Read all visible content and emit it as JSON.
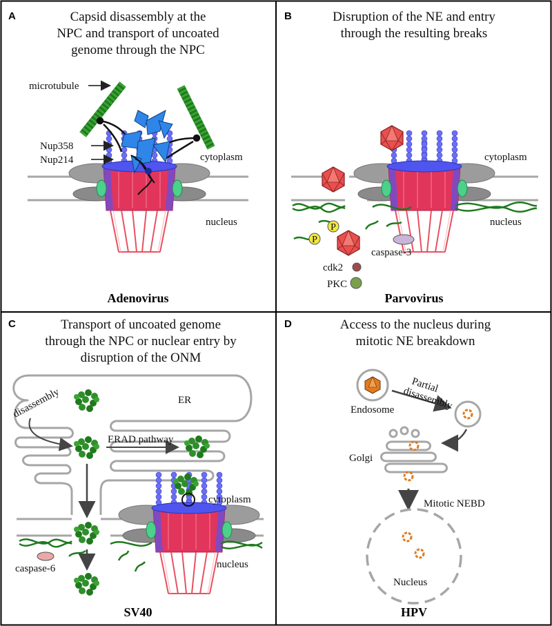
{
  "panels": {
    "a": {
      "letter": "A",
      "title": [
        "Capsid disassembly at the",
        "NPC and transport of uncoated",
        "genome through the NPC"
      ],
      "virus": "Adenovirus",
      "labels": {
        "microtubule": "microtubule",
        "nup358": "Nup358",
        "nup214": "Nup214",
        "cytoplasm": "cytoplasm",
        "nucleus": "nucleus"
      }
    },
    "b": {
      "letter": "B",
      "title": [
        "Disruption of the NE and entry",
        "through the resulting breaks"
      ],
      "virus": "Parvovirus",
      "labels": {
        "cytoplasm": "cytoplasm",
        "nucleus": "nucleus",
        "caspase": "caspase-3",
        "cdk2": "cdk2",
        "pkc": "PKC",
        "p": "P"
      }
    },
    "c": {
      "letter": "C",
      "title": [
        "Transport of uncoated genome",
        "through the NPC or nuclear entry by",
        "disruption of the ONM"
      ],
      "virus": "SV40",
      "labels": {
        "er": "ER",
        "disassembly": "disassembly",
        "erad": "ERAD pathway",
        "cytoplasm": "cytoplasm",
        "nucleus": "nucleus",
        "caspase": "caspase-6"
      }
    },
    "d": {
      "letter": "D",
      "title": [
        "Access to the nucleus during",
        "mitotic NE breakdown"
      ],
      "virus": "HPV",
      "labels": {
        "partial": "Partial",
        "disassembly": "disassembly",
        "endosome": "Endosome",
        "golgi": "Golgi",
        "nebd": "Mitotic NEBD",
        "nucleus": "Nucleus"
      }
    }
  },
  "colors": {
    "membrane": "#a6a6a6",
    "capsid": "#e8504f",
    "genome": "#2a7a22",
    "hpv": "#e07b20",
    "npc_blue": "#5b5ef0",
    "npc_red": "#e8305a",
    "microtubule": "#2f9a2f",
    "adeno_capsid": "#2f86e8"
  }
}
